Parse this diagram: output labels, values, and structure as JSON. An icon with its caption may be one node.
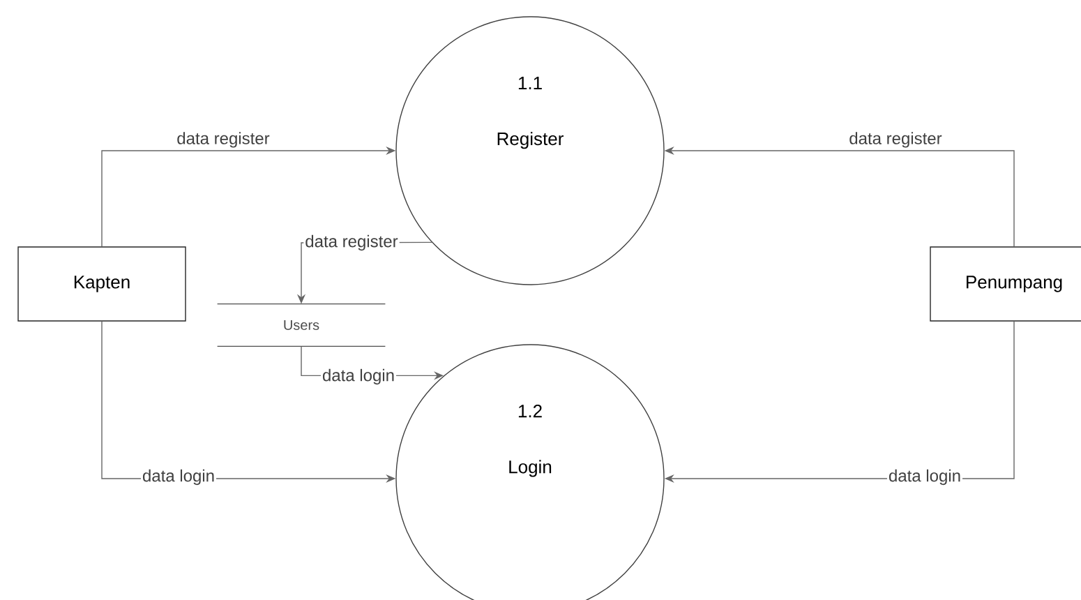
{
  "diagram": {
    "nodes": [
      {
        "text": [
          "Kapten"
        ]
      },
      {
        "text": [
          "1.1",
          "Register"
        ]
      },
      {
        "text": [
          "Users"
        ]
      },
      {
        "text": [
          "1.2",
          "Login"
        ]
      },
      {
        "text": [
          "Penumpang"
        ]
      }
    ],
    "edges": [
      {
        "from": 0,
        "to": 1,
        "arrow": "to",
        "label": "data register"
      },
      {
        "from": 4,
        "to": 1,
        "arrow": "to",
        "label": "data register"
      },
      {
        "from": 1,
        "to": 2,
        "arrow": "to",
        "label": "data register"
      },
      {
        "from": 2,
        "to": 3,
        "arrow": "to",
        "label": "data login"
      },
      {
        "from": 0,
        "to": 3,
        "arrow": "to",
        "label": "data login"
      },
      {
        "from": 4,
        "to": 3,
        "arrow": "to",
        "label": "data login"
      }
    ]
  }
}
